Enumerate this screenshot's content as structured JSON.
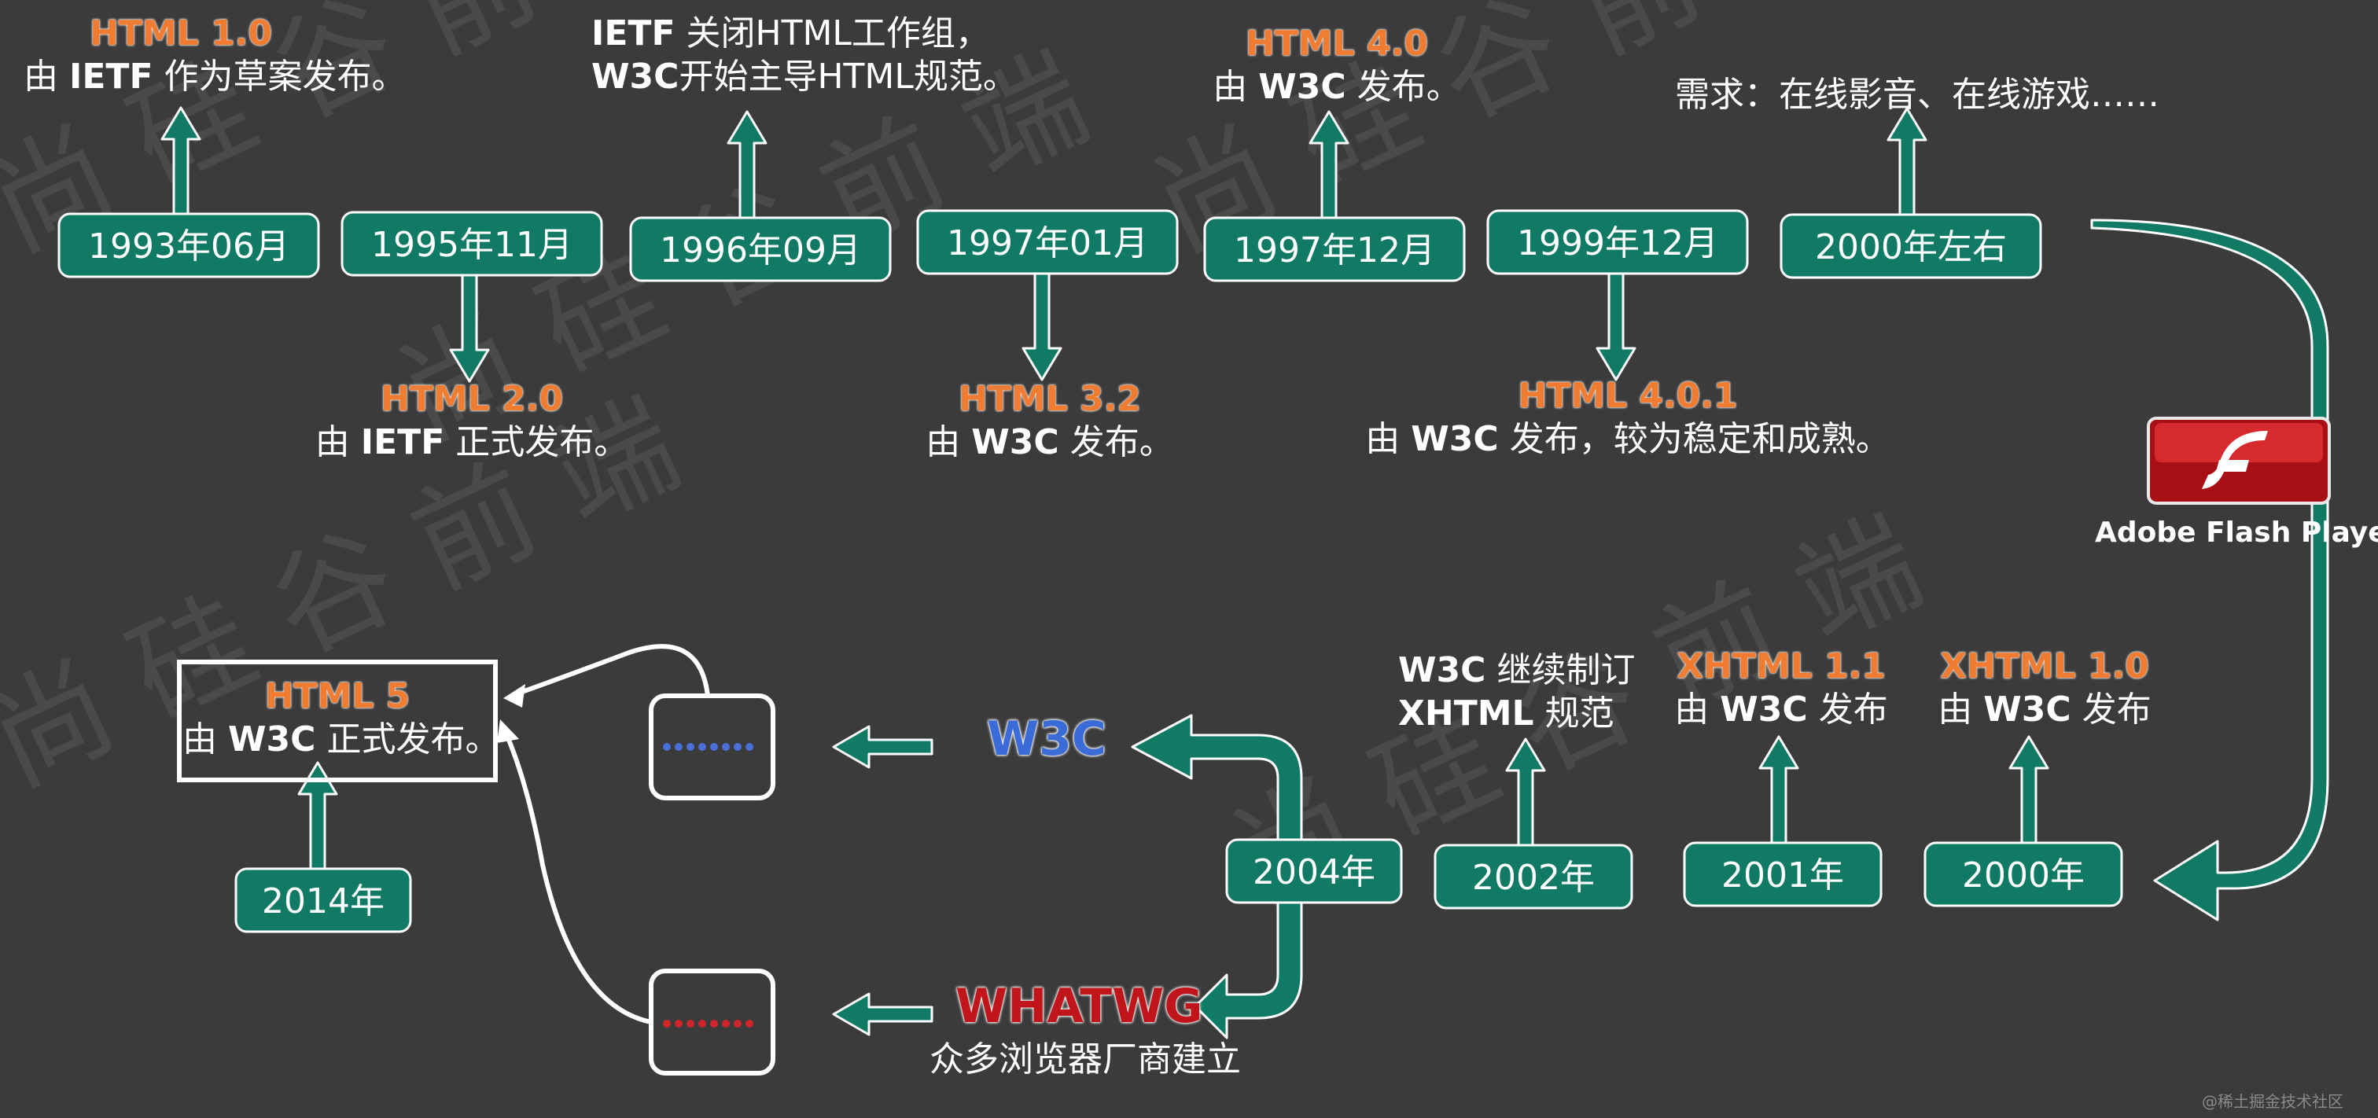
{
  "colors": {
    "background": "#3b3b3b",
    "teal": "#117a65",
    "teal_edge": "#ffffff",
    "orange": "#f07c32",
    "w3c_blue": "#3b6bd6",
    "whatwg_red": "#c0151b",
    "flash_red": "#c8151b"
  },
  "milestones_top": [
    {
      "date": "1993年06月",
      "title": "HTML 1.0",
      "desc_pre": "由 ",
      "desc_bold": "IETF",
      "desc_post": " 作为草案发布。"
    },
    {
      "date": "1995年11月",
      "title": "HTML 2.0",
      "desc_pre": "由 ",
      "desc_bold": "IETF",
      "desc_post": " 正式发布。"
    },
    {
      "date": "1996年09月",
      "line1_bold": "IETF",
      "line1_post": " 关闭HTML工作组，",
      "line2_bold": "W3C",
      "line2_post": "开始主导HTML规范。"
    },
    {
      "date": "1997年01月",
      "title": "HTML 3.2",
      "desc_pre": "由 ",
      "desc_bold": "W3C",
      "desc_post": " 发布。"
    },
    {
      "date": "1997年12月",
      "title": "HTML 4.0",
      "desc_pre": "由 ",
      "desc_bold": "W3C",
      "desc_post": " 发布。"
    },
    {
      "date": "1999年12月",
      "title": "HTML 4.0.1",
      "desc_pre": "由 ",
      "desc_bold": "W3C",
      "desc_post": " 发布，较为稳定和成熟。"
    },
    {
      "date": "2000年左右",
      "desc": "需求：在线影音、在线游戏……"
    }
  ],
  "flash": {
    "label": "Adobe Flash Player",
    "icon": "flash-icon"
  },
  "milestones_bottom": [
    {
      "date": "2000年",
      "title": "XHTML 1.0",
      "desc_pre": "由 ",
      "desc_bold": "W3C",
      "desc_post": " 发布"
    },
    {
      "date": "2001年",
      "title": "XHTML 1.1",
      "desc_pre": "由 ",
      "desc_bold": "W3C",
      "desc_post": " 发布"
    },
    {
      "date": "2002年",
      "line1_bold": "W3C",
      "line1_post": " 继续制订",
      "line2_bold": "XHTML",
      "line2_post": " 规范"
    },
    {
      "date": "2004年"
    },
    {
      "date": "2014年",
      "title": "HTML 5",
      "desc_pre": "由 ",
      "desc_bold": "W3C",
      "desc_post": " 正式发布。"
    }
  ],
  "branches": {
    "w3c": "W3C",
    "whatwg": "WHATWG",
    "whatwg_desc": "众多浏览器厂商建立"
  },
  "watermark": "@稀土掘金技术社区"
}
